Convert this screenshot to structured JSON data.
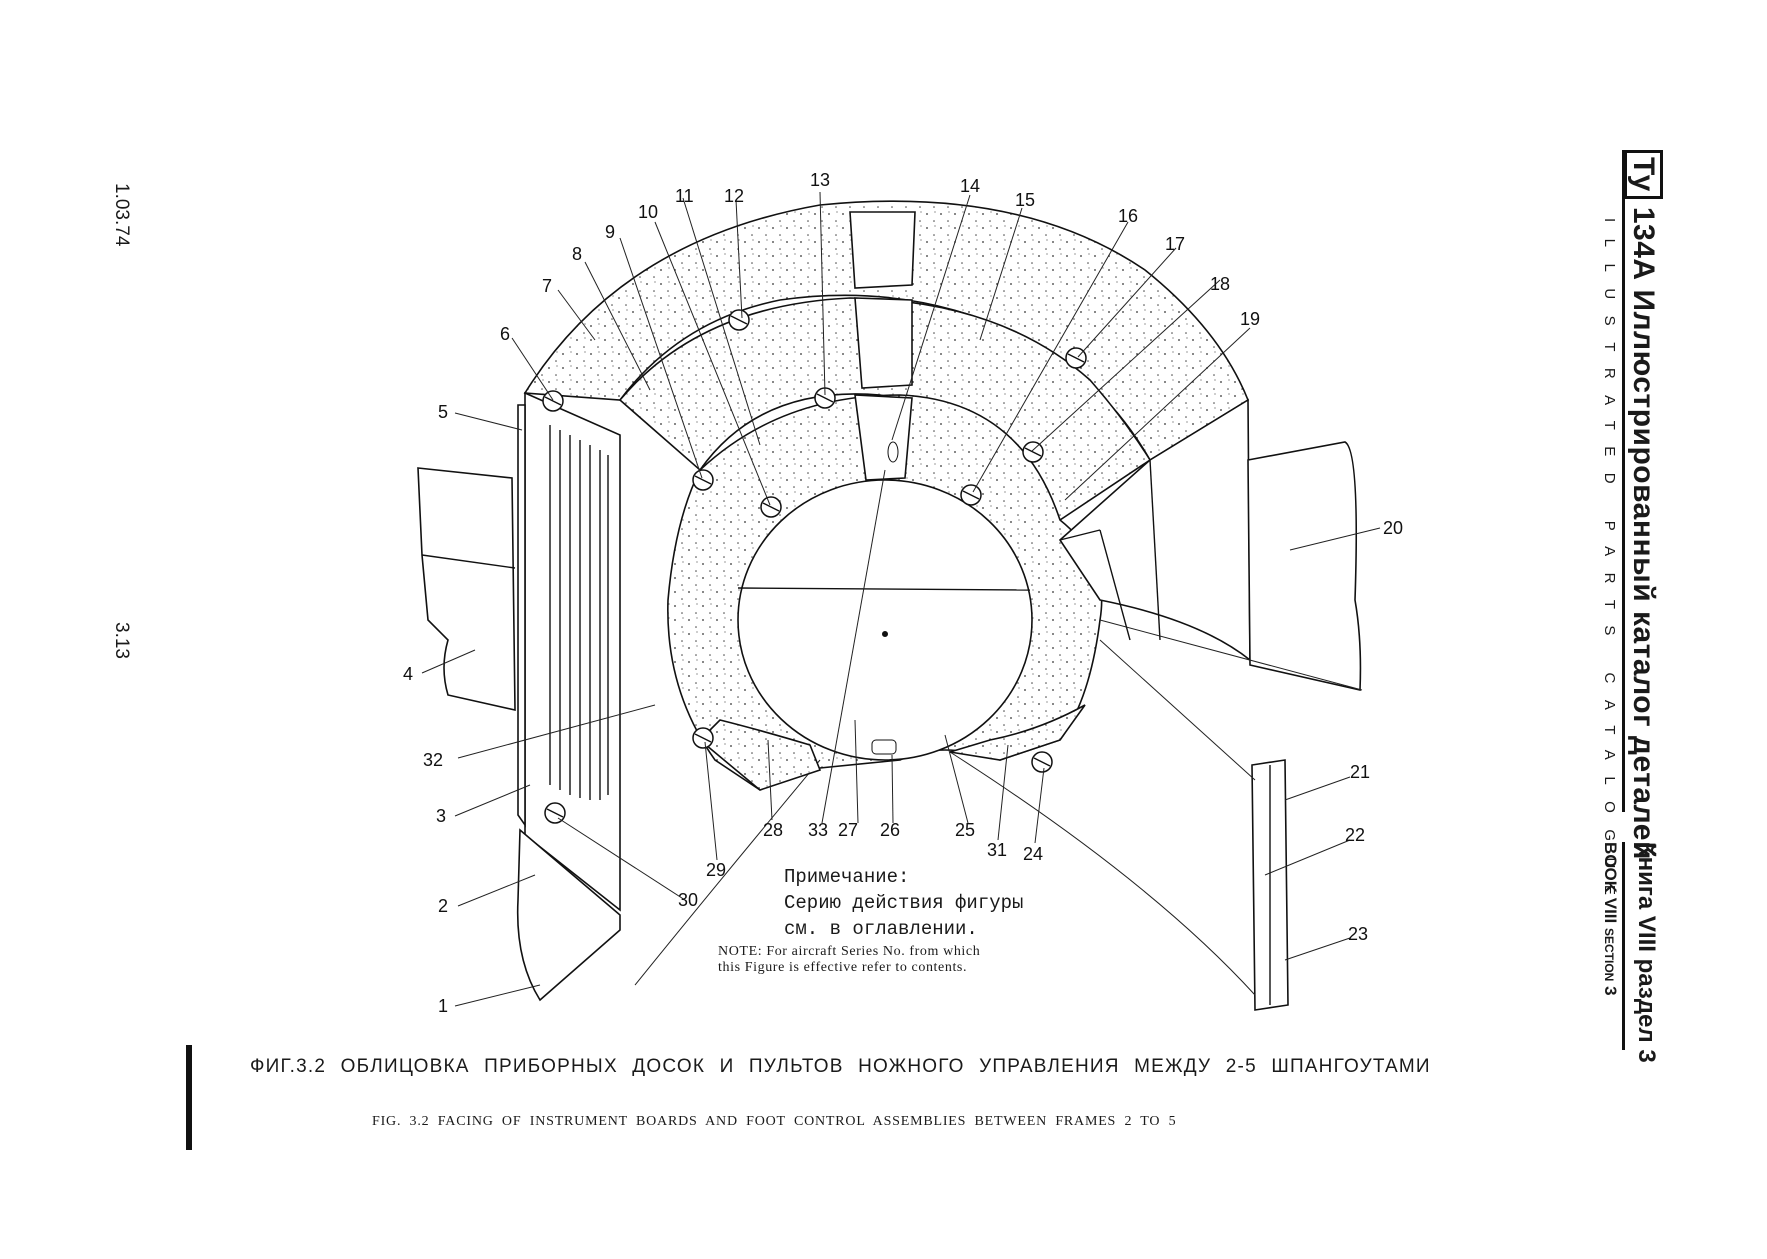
{
  "margin": {
    "date": "1.03.74",
    "page": "3.13"
  },
  "header": {
    "logo_text": "Ту",
    "model": "134А",
    "title_ru": "Иллюстрированный каталог деталей",
    "title_en": "ILLUSTRATED PARTS CATALOGUE",
    "book_ru": "Книга VIII раздел 3",
    "book_en_book": "BOOK",
    "book_en_num": "VIII",
    "book_en_section": "SECTION",
    "book_en_sec_num": "3"
  },
  "figure": {
    "callouts": [
      "1",
      "2",
      "3",
      "4",
      "5",
      "6",
      "7",
      "8",
      "9",
      "10",
      "11",
      "12",
      "13",
      "14",
      "15",
      "16",
      "17",
      "18",
      "19",
      "20",
      "21",
      "22",
      "23",
      "24",
      "25",
      "26",
      "27",
      "28",
      "29",
      "30",
      "31",
      "32",
      "33"
    ]
  },
  "note": {
    "ru_line1": "Примечание:",
    "ru_line2": "Серию действия фигуры",
    "ru_line3": "см. в оглавлении.",
    "en_line1": "NOTE: For aircraft Series No. from which",
    "en_line2": "this Figure is effective refer to contents."
  },
  "caption": {
    "ru": "ФИГ.3.2 ОБЛИЦОВКА ПРИБОРНЫХ ДОСОК И ПУЛЬТОВ НОЖНОГО УПРАВЛЕНИЯ МЕЖДУ 2-5 ШПАНГОУТАМИ",
    "en": "FIG. 3.2 FACING OF INSTRUMENT BOARDS AND FOOT CONTROL ASSEMBLIES BETWEEN FRAMES 2 TO 5"
  }
}
